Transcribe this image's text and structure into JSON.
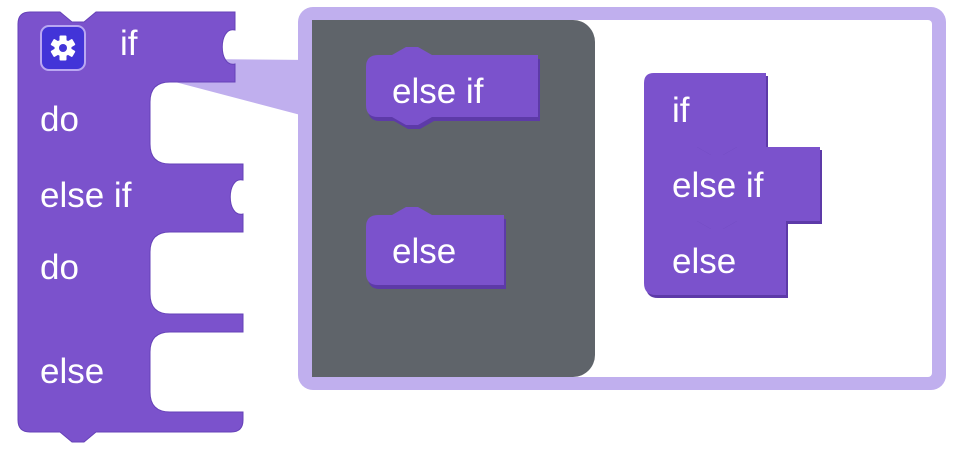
{
  "main_block": {
    "if_label": "if",
    "do_label_1": "do",
    "else_if_label": "else if",
    "do_label_2": "do",
    "else_label": "else",
    "mutator_icon": "gear-icon"
  },
  "mutator_flyout": {
    "palette_blocks": [
      {
        "label": "else if"
      },
      {
        "label": "else"
      }
    ],
    "workspace_blocks": [
      {
        "label": "if"
      },
      {
        "label": "else if"
      },
      {
        "label": "else"
      }
    ]
  },
  "colors": {
    "block_fill": "#7b52cc",
    "block_shadow": "#5d3aa8",
    "bubble_border": "#c0afee",
    "flyout_background": "#5f646a",
    "gear_button": "#4234d8"
  }
}
